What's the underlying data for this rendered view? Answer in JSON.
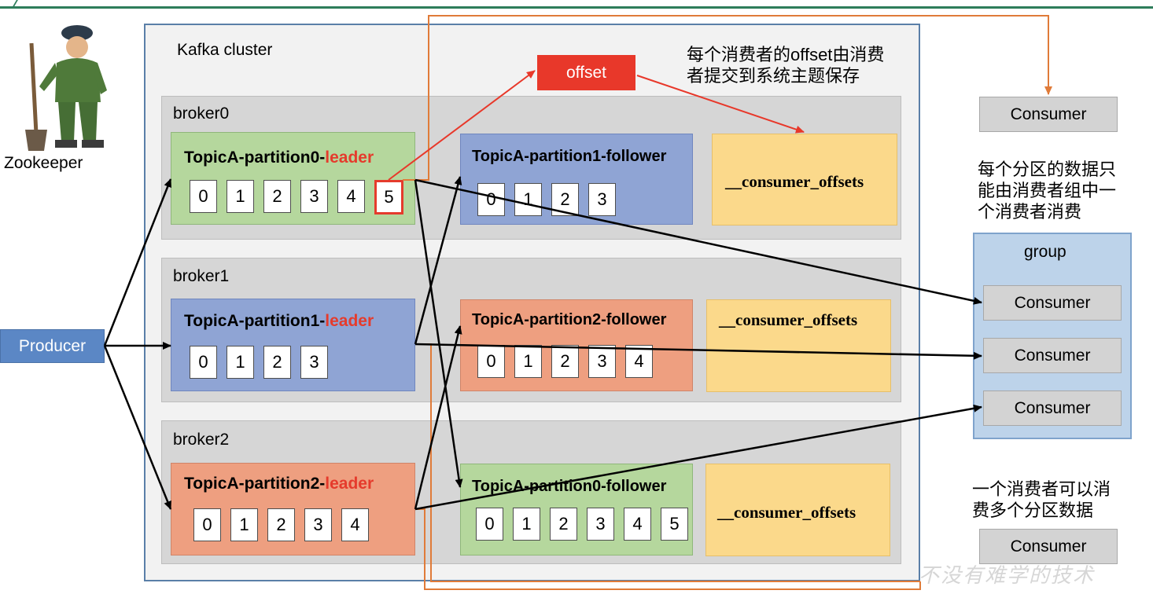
{
  "cluster": {
    "title": "Kafka cluster"
  },
  "zookeeper": {
    "label": "Zookeeper"
  },
  "producer": {
    "label": "Producer"
  },
  "offset_box": {
    "label": "offset"
  },
  "notes": {
    "offset_commit": [
      "每个消费者的offset由消费",
      "者提交到系统主题保存"
    ],
    "partition_rule": [
      "每个分区的数据只",
      "能由消费者组中一",
      "个消费者消费"
    ],
    "multi_partition": [
      "一个消费者可以消",
      "费多个分区数据"
    ]
  },
  "brokers": [
    {
      "name": "broker0",
      "leader": {
        "prefix": "TopicA-partition0-",
        "suffix": "leader",
        "cells": [
          "0",
          "1",
          "2",
          "3",
          "4",
          "5"
        ]
      },
      "follower": {
        "title": "TopicA-partition1-follower",
        "cells": [
          "0",
          "1",
          "2",
          "3"
        ]
      },
      "offsets": "__consumer_offsets"
    },
    {
      "name": "broker1",
      "leader": {
        "prefix": "TopicA-partition1-",
        "suffix": "leader",
        "cells": [
          "0",
          "1",
          "2",
          "3"
        ]
      },
      "follower": {
        "title": "TopicA-partition2-follower",
        "cells": [
          "0",
          "1",
          "2",
          "3",
          "4"
        ]
      },
      "offsets": "__consumer_offsets"
    },
    {
      "name": "broker2",
      "leader": {
        "prefix": "TopicA-partition2-",
        "suffix": "leader",
        "cells": [
          "0",
          "1",
          "2",
          "3",
          "4"
        ]
      },
      "follower": {
        "title": "TopicA-partition0-follower",
        "cells": [
          "0",
          "1",
          "2",
          "3",
          "4",
          "5"
        ]
      },
      "offsets": "__consumer_offsets"
    }
  ],
  "consumer_group": {
    "label": "group",
    "consumers": [
      "Consumer",
      "Consumer",
      "Consumer"
    ]
  },
  "standalone_consumers": [
    "Consumer",
    "Consumer"
  ],
  "watermark": "不没有难学的技术",
  "colors": {
    "leader_text": "#e53b2c",
    "offset_arrow": "#e8382a",
    "commit_line": "#e07b39",
    "producer": "#5b87c5"
  }
}
